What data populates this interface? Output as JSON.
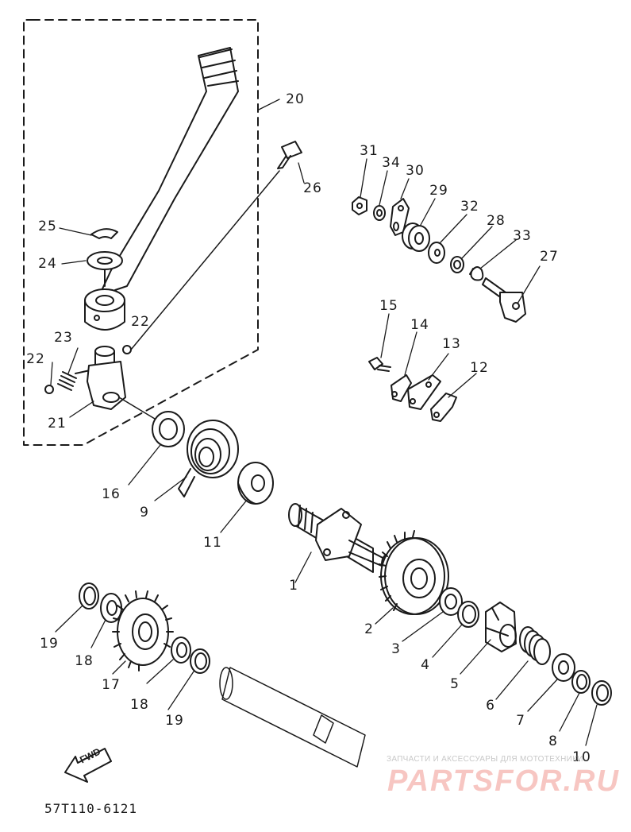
{
  "diagram": {
    "part_code": "57T110-6121",
    "fwd_label": "FWD",
    "watermark": {
      "tagline": "ЗАПЧАСТИ И АКСЕССУАРЫ ДЛЯ МОТОТЕХНИКИ",
      "brand": "PARTSFOR.RU"
    },
    "callouts": [
      {
        "id": "c20",
        "text": "20"
      },
      {
        "id": "c26",
        "text": "26"
      },
      {
        "id": "c25",
        "text": "25"
      },
      {
        "id": "c24",
        "text": "24"
      },
      {
        "id": "c22a",
        "text": "22"
      },
      {
        "id": "c23",
        "text": "23"
      },
      {
        "id": "c22b",
        "text": "22"
      },
      {
        "id": "c21",
        "text": "21"
      },
      {
        "id": "c16",
        "text": "16"
      },
      {
        "id": "c9",
        "text": "9"
      },
      {
        "id": "c11",
        "text": "11"
      },
      {
        "id": "c31",
        "text": "31"
      },
      {
        "id": "c34",
        "text": "34"
      },
      {
        "id": "c30",
        "text": "30"
      },
      {
        "id": "c29",
        "text": "29"
      },
      {
        "id": "c32",
        "text": "32"
      },
      {
        "id": "c28",
        "text": "28"
      },
      {
        "id": "c33",
        "text": "33"
      },
      {
        "id": "c27",
        "text": "27"
      },
      {
        "id": "c15",
        "text": "15"
      },
      {
        "id": "c14",
        "text": "14"
      },
      {
        "id": "c13",
        "text": "13"
      },
      {
        "id": "c12",
        "text": "12"
      },
      {
        "id": "c1",
        "text": "1"
      },
      {
        "id": "c2",
        "text": "2"
      },
      {
        "id": "c3",
        "text": "3"
      },
      {
        "id": "c4",
        "text": "4"
      },
      {
        "id": "c5",
        "text": "5"
      },
      {
        "id": "c6",
        "text": "6"
      },
      {
        "id": "c7",
        "text": "7"
      },
      {
        "id": "c8",
        "text": "8"
      },
      {
        "id": "c10",
        "text": "10"
      },
      {
        "id": "c19a",
        "text": "19"
      },
      {
        "id": "c18a",
        "text": "18"
      },
      {
        "id": "c17",
        "text": "17"
      },
      {
        "id": "c18b",
        "text": "18"
      },
      {
        "id": "c19b",
        "text": "19"
      }
    ]
  }
}
